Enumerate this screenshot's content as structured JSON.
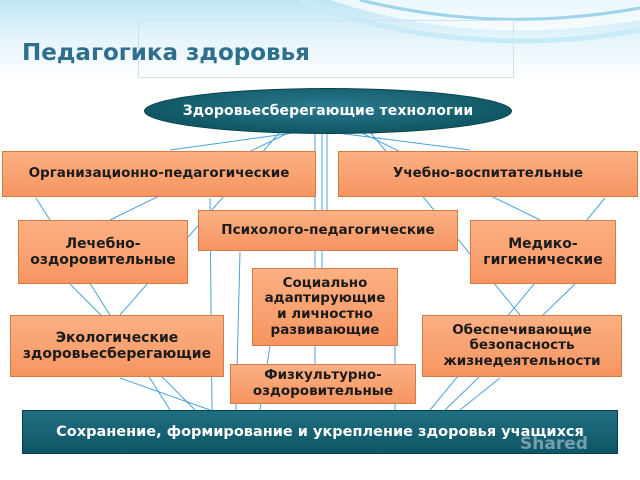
{
  "title": "Педагогика здоровья",
  "center": "Здоровьесберегающие технологии",
  "boxes": [
    {
      "id": "org",
      "label": "Организационно-педагогические"
    },
    {
      "id": "edu",
      "label": "Учебно-воспитательные"
    },
    {
      "id": "psy",
      "label": "Психолого-педагогические"
    },
    {
      "id": "lech",
      "label": "Лечебно-\nоздоровительные"
    },
    {
      "id": "med",
      "label": "Медико-\nгигиенические"
    },
    {
      "id": "soc",
      "label": "Социально\nадаптирующие\nи личностно\nразвивающие"
    },
    {
      "id": "eco",
      "label": "Экологические\nздоровьесберегающие"
    },
    {
      "id": "safe",
      "label": "Обеспечивающие\nбезопасность\nжизнедеятельности"
    },
    {
      "id": "fiz",
      "label": "Физкультурно-\nоздоровительные"
    }
  ],
  "bottom": "Сохранение, формирование и укрепление здоровья учащихся",
  "watermark": "Shared",
  "colors": {
    "box_fill": "#f79562",
    "box_border": "#d97a45",
    "ellipse_fill": "#115766",
    "bar_fill": "#0f5565",
    "connector": "#4aa3d8",
    "title": "#2d6f8c"
  }
}
